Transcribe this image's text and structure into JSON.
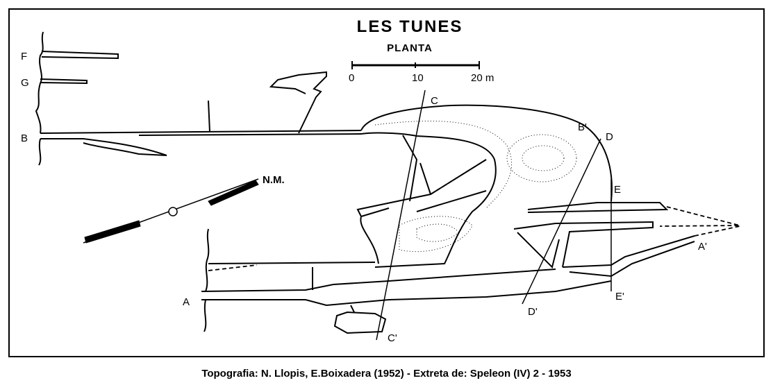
{
  "map": {
    "title": "LES TUNES",
    "subtitle": "PLANTA",
    "scale_labels": [
      "0",
      "10",
      "20 m"
    ],
    "north_label": "N.M.",
    "section_labels": [
      "A",
      "A'",
      "B",
      "B'",
      "C",
      "C'",
      "D",
      "D'",
      "E",
      "E'",
      "F",
      "G"
    ]
  },
  "caption": "Topografia: N. Llopis, E.Boixadera (1952) - Extreta de: Speleon (IV) 2 - 1953",
  "colors": {
    "ink": "#000000",
    "paper": "#ffffff"
  }
}
